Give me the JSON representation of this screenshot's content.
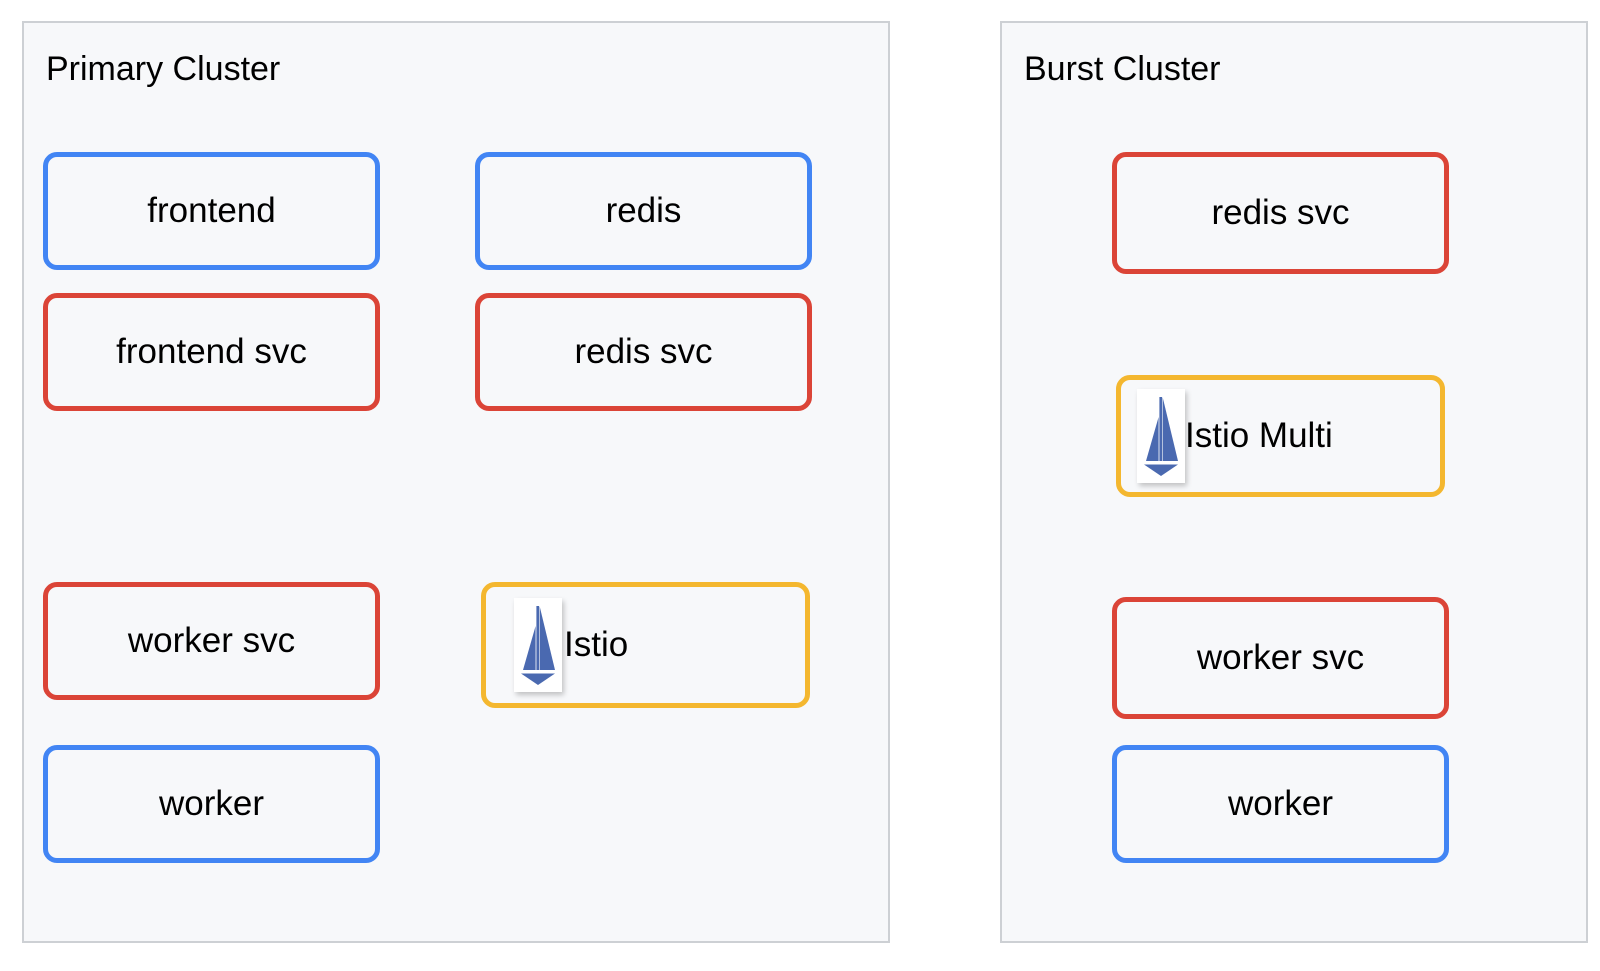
{
  "diagram": {
    "type": "cluster-topology",
    "background": "#ffffff",
    "palette": {
      "blue": "#4285f4",
      "red": "#db4437",
      "yellow": "#f4b72f",
      "cluster_border": "#cdd0d4",
      "cluster_fill": "#f7f8fa",
      "text": "#000000",
      "istio_logo_blue": "#4a69b0"
    }
  },
  "clusters": [
    {
      "id": "primary",
      "title": "Primary Cluster",
      "nodes": [
        {
          "id": "frontend",
          "label": "frontend",
          "color": "blue",
          "icon": null
        },
        {
          "id": "frontend-svc",
          "label": "frontend svc",
          "color": "red",
          "icon": null
        },
        {
          "id": "worker-svc",
          "label": "worker svc",
          "color": "red",
          "icon": null
        },
        {
          "id": "worker",
          "label": "worker",
          "color": "blue",
          "icon": null
        },
        {
          "id": "redis",
          "label": "redis",
          "color": "blue",
          "icon": null
        },
        {
          "id": "redis-svc",
          "label": "redis svc",
          "color": "red",
          "icon": null
        },
        {
          "id": "istio",
          "label": "Istio",
          "color": "yellow",
          "icon": "istio-sailboat-icon"
        }
      ]
    },
    {
      "id": "burst",
      "title": "Burst Cluster",
      "nodes": [
        {
          "id": "b-redis-svc",
          "label": "redis svc",
          "color": "red",
          "icon": null
        },
        {
          "id": "b-istio-multi",
          "label": "Istio Multi",
          "color": "yellow",
          "icon": "istio-sailboat-icon"
        },
        {
          "id": "b-worker-svc",
          "label": "worker svc",
          "color": "red",
          "icon": null
        },
        {
          "id": "b-worker",
          "label": "worker",
          "color": "blue",
          "icon": null
        }
      ]
    }
  ]
}
